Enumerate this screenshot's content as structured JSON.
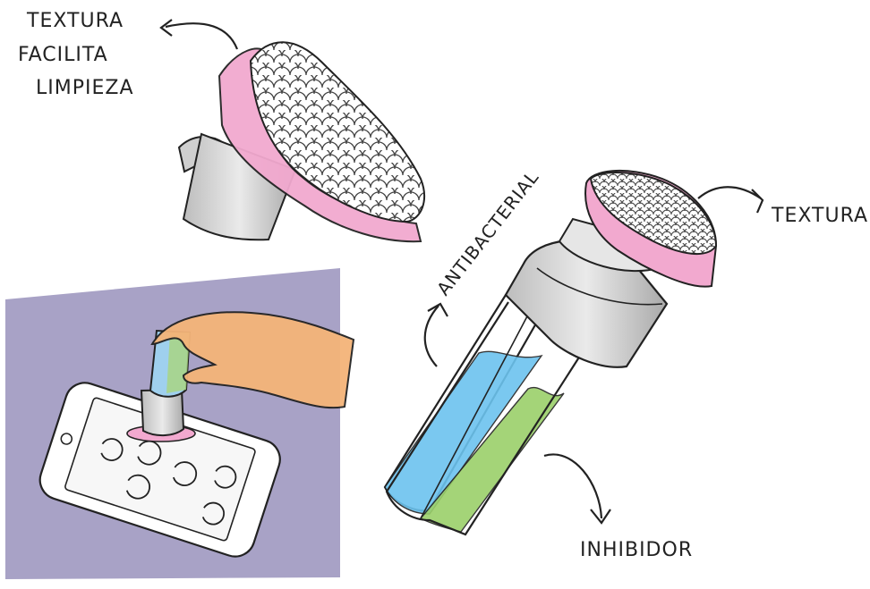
{
  "labels": {
    "top_left_line1": "TEXTURA",
    "top_left_line2": "FACILITA",
    "top_left_line3": "LIMPIEZA",
    "right_texture": "TEXTURA",
    "antibacterial": "ANTIBACTERIAL",
    "inhibitor": "INHIBIDOR"
  },
  "colors": {
    "pink_band": "#f2a9cf",
    "blue_liquid": "#6cc3ef",
    "green_liquid": "#9bd06a",
    "purple_background": "#a8a2c6",
    "skin": "#f4b479",
    "grey_body": "#d7d7d7"
  }
}
